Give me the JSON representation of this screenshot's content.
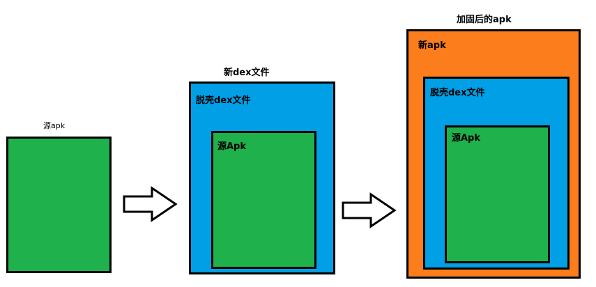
{
  "source_apk": {
    "label": "源apk"
  },
  "new_dex": {
    "title": "新dex文件",
    "shell_label": "脱壳dex文件",
    "inner_label": "源Apk"
  },
  "hardened_apk": {
    "title": "加固后的apk",
    "outer_label": "新apk",
    "shell_label": "脱壳dex文件",
    "inner_label": "源Apk"
  },
  "colors": {
    "green": "#1fb14c",
    "blue": "#009fe6",
    "orange": "#fb7d1b",
    "border": "#000000"
  }
}
